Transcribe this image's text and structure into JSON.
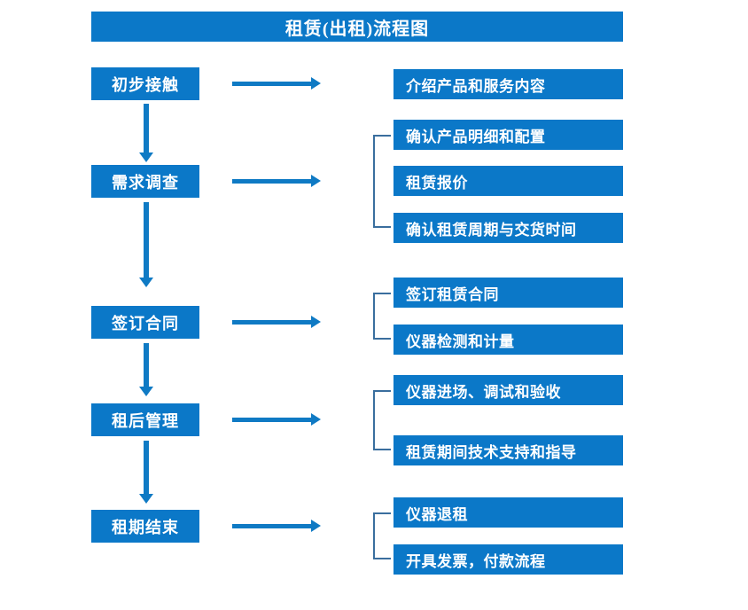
{
  "diagram": {
    "title": "租赁(出租)流程图",
    "colors": {
      "box_fill": "#0b78c8",
      "box_text": "#ffffff",
      "arrow": "#0f7ac4",
      "bracket": "#3a6e9e",
      "background": "#ffffff"
    },
    "stages": [
      {
        "label": "初步接触",
        "details": [
          "介绍产品和服务内容"
        ]
      },
      {
        "label": "需求调查",
        "details": [
          "确认产品明细和配置",
          "租赁报价",
          "确认租赁周期与交货时间"
        ]
      },
      {
        "label": "签订合同",
        "details": [
          "签订租赁合同",
          "仪器检测和计量"
        ]
      },
      {
        "label": "租后管理",
        "details": [
          "仪器进场、调试和验收",
          "租赁期间技术支持和指导"
        ]
      },
      {
        "label": "租期结束",
        "details": [
          "仪器退租",
          "开具发票，付款流程"
        ]
      }
    ]
  }
}
